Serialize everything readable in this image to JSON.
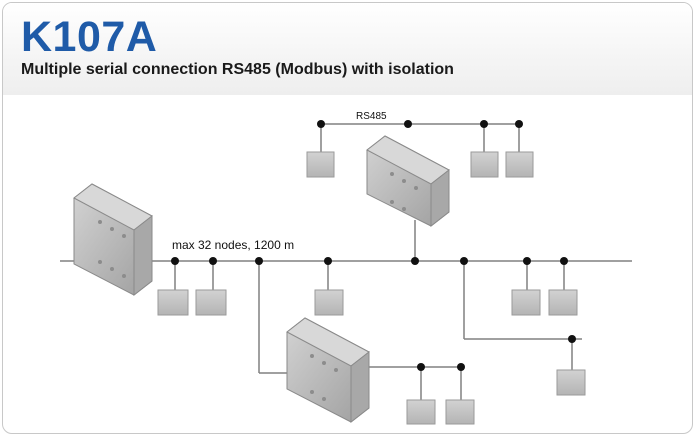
{
  "header": {
    "model": "K107A",
    "subtitle": "Multiple serial connection RS485 (Modbus) with isolation"
  },
  "diagram": {
    "bus_label": "RS485",
    "main_bus_label": "max 32 nodes, 1200 m"
  },
  "colors": {
    "title_blue": "#1f5ba8",
    "line": "#808080",
    "node": "#111111",
    "box": "#c4c4c4",
    "module": "#bdbdbd"
  }
}
